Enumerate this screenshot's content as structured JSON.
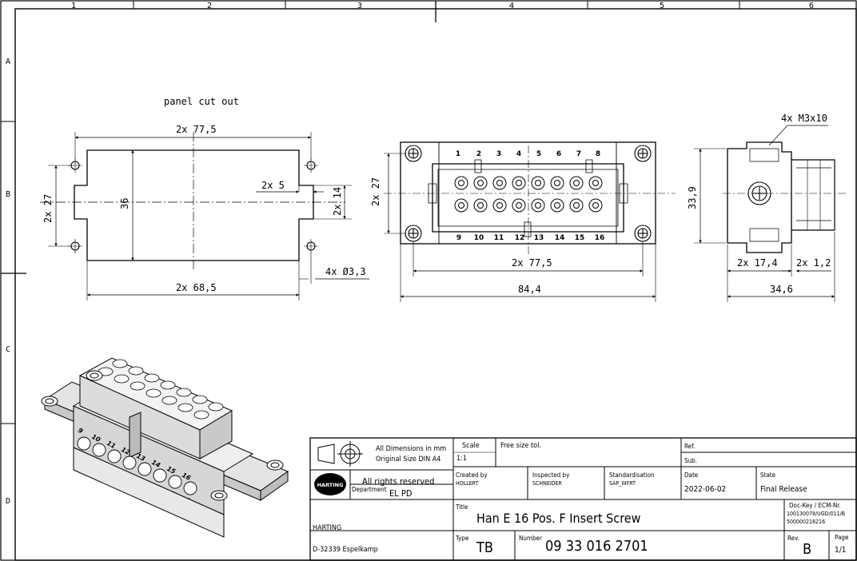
{
  "frame": {
    "columns": [
      "1",
      "2",
      "3",
      "4",
      "5",
      "6"
    ],
    "rows": [
      "A",
      "B",
      "C",
      "D"
    ]
  },
  "cutout": {
    "title": "panel cut out",
    "dim_width_top": "2x 77,5",
    "dim_width_bottom": "2x 68,5",
    "dim_height_outer": "2x 27",
    "dim_height_inner": "36",
    "dim_notch_w": "2x 5",
    "dim_notch_h": "2x 14",
    "dim_holes": "4x Ø3,3"
  },
  "front": {
    "pins_top": [
      "1",
      "2",
      "3",
      "4",
      "5",
      "6",
      "7",
      "8"
    ],
    "pins_bottom": [
      "9",
      "10",
      "11",
      "12",
      "13",
      "14",
      "15",
      "16"
    ],
    "dim_height": "2x 27",
    "dim_hole_spacing": "2x 77,5",
    "dim_overall": "84,4"
  },
  "side": {
    "dim_screws": "4x M3x10",
    "dim_height": "33,9",
    "dim_a": "2x 17,4",
    "dim_b": "2x 1,2",
    "dim_overall": "34,6"
  },
  "iso": {
    "labels": [
      "9",
      "10",
      "11",
      "12",
      "13",
      "14",
      "15",
      "16"
    ]
  },
  "titleblock": {
    "dims_note_1": "All Dimensions in mm",
    "dims_note_2": "Original Size DIN A4",
    "rights": "All rights reserved",
    "logo_text": "HARTING",
    "dept_label": "Department",
    "dept_value": "EL PD",
    "company": "HARTING",
    "address": "D-32339 Espelkamp",
    "scale_label": "Scale",
    "scale_value": "1:1",
    "tol_label": "Free size tol.",
    "created_label": "Created by",
    "created_value": "HOLLERT",
    "inspected_label": "Inspected by",
    "inspected_value": "SCHNEIDER",
    "std_label": "Standardisation",
    "std_value": "SAP_WFRT",
    "ref_label": "Ref.",
    "sub_label": "Sub.",
    "date_label": "Date",
    "date_value": "2022-06-02",
    "state_label": "State",
    "state_value": "Final Release",
    "title_label": "Title",
    "title_value": "Han E 16 Pos. F Insert Screw",
    "dockey_label": "Doc-Key / ECM-Nr.",
    "dockey_1": "100130078/UGD/011/B",
    "dockey_2": "500000218216",
    "type_label": "Type",
    "type_value": "TB",
    "number_label": "Number",
    "number_value": "09 33 016 2701",
    "rev_label": "Rev.",
    "rev_value": "B",
    "page_label": "Page",
    "page_value": "1/1"
  }
}
